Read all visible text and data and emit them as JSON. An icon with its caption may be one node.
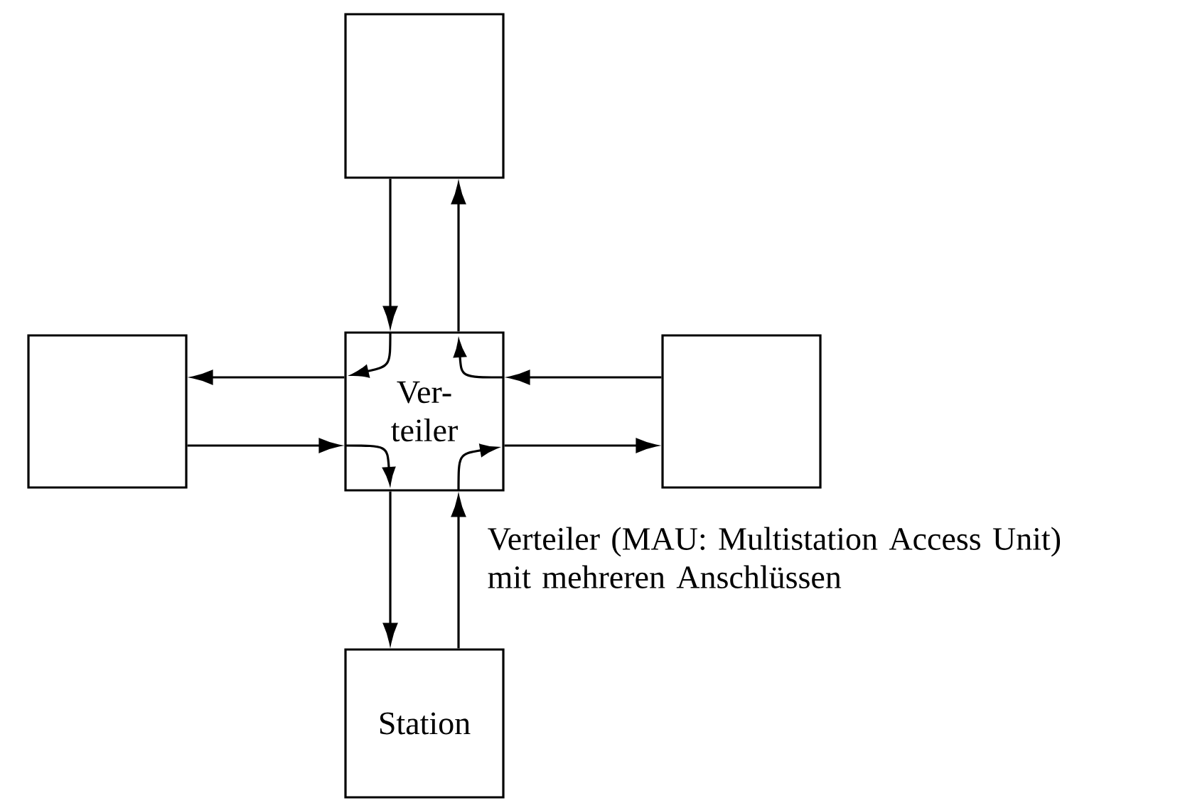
{
  "diagram": {
    "nodes": [
      {
        "text": [],
        "shape": "box"
      },
      {
        "text": [],
        "shape": "box"
      },
      {
        "text": [
          "Ver- teiler"
        ]
      },
      {
        "text": [],
        "shape": "box"
      },
      {
        "text": [
          "Station"
        ]
      }
    ],
    "edges": [
      {
        "from": 0,
        "to": 2,
        "arrow": "to"
      },
      {
        "from": 2,
        "to": 0,
        "arrow": "to"
      },
      {
        "from": 3,
        "to": 2,
        "arrow": "to"
      },
      {
        "from": 2,
        "to": 1,
        "arrow": "to"
      },
      {
        "from": 1,
        "to": 2,
        "arrow": "to"
      },
      {
        "from": 2,
        "to": 3,
        "arrow": "to"
      },
      {
        "from": 2,
        "to": 4,
        "arrow": "to"
      },
      {
        "from": 4,
        "to": 2,
        "arrow": "to"
      }
    ],
    "labels": [
      "Verteiler (MAU: Multistation Access Unit) mit mehreren Anschlüssen"
    ]
  }
}
